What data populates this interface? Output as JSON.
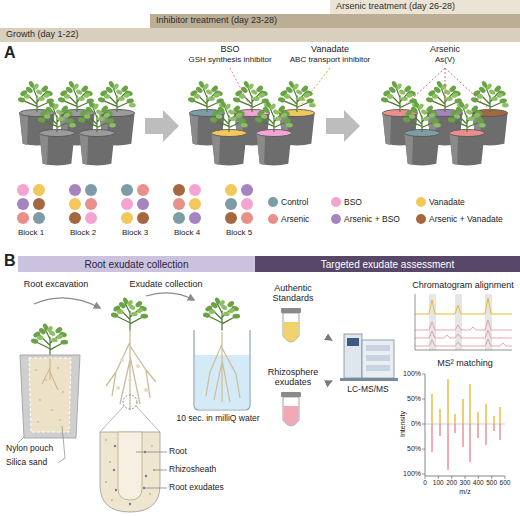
{
  "diagram": {
    "nodes": [
      {
        "text": [
          "Arsenic treatment (day 26-28)"
        ]
      },
      {
        "text": [
          "Inhibitor treatment (day 23-28)"
        ]
      },
      {
        "text": [
          "Growth (day 1-22)"
        ]
      },
      {
        "text": [
          "Root exudate collection"
        ]
      },
      {
        "text": [
          "Targeted exudate assessment"
        ]
      },
      {
        "text": [
          "Authentic Standards"
        ]
      },
      {
        "text": [
          "Rhizosphere exudates"
        ]
      },
      {
        "text": [
          "LC-MS/MS"
        ]
      }
    ],
    "edges": [
      {
        "from": 5,
        "to": 7,
        "arrow": "to"
      },
      {
        "from": 6,
        "to": 7,
        "arrow": "to"
      }
    ],
    "labels": [
      "A",
      "B",
      "BSO",
      "GSH synthesis inhibitor",
      "Vanadate",
      "ABC transport inhibitor",
      "Arsenic",
      "As(V)",
      "Block 1",
      "Block 2",
      "Block 3",
      "Block 4",
      "Block 5",
      "Root excavation",
      "Exudate collection",
      "10 sec. in milliQ water",
      "Nylon pouch",
      "Silica sand",
      "Root",
      "Rhizosheath",
      "Root exudates",
      "Chromatogram alignment",
      "MS² matching",
      "100%",
      "50%",
      "0%",
      "50%",
      "100%",
      "Intensity",
      "0",
      "100",
      "200",
      "300",
      "400",
      "500",
      "600",
      "m/z"
    ],
    "legend": [
      {
        "text": "Control",
        "color": "#7e9ca6"
      },
      {
        "text": "BSO",
        "color": "#f4a3d3"
      },
      {
        "text": "Vanadate",
        "color": "#f2c85b"
      },
      {
        "text": "Arsenic",
        "color": "#ea8f8a"
      },
      {
        "text": "Arsenic + BSO",
        "color": "#a684c0"
      },
      {
        "text": "Arsenic + Vanadate",
        "color": "#a5673f"
      }
    ]
  }
}
